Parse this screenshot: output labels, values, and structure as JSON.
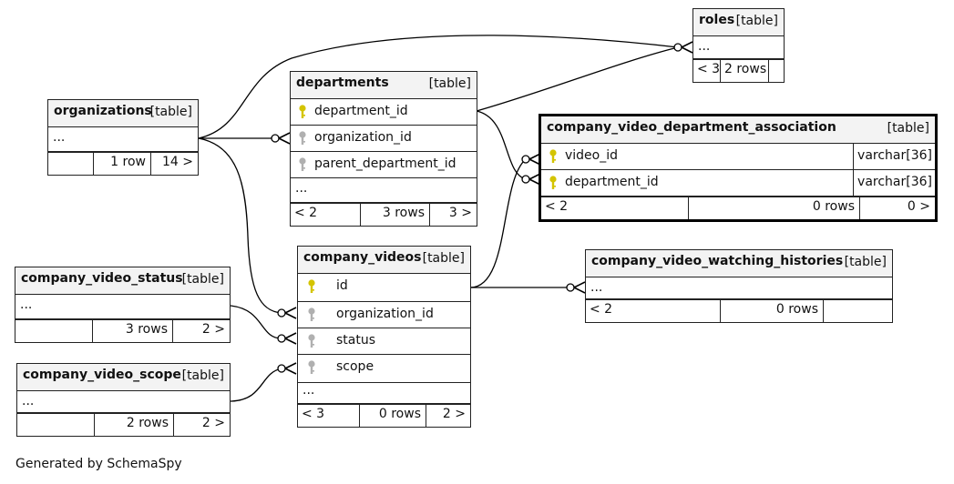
{
  "tables": {
    "organizations": {
      "name": "organizations",
      "tag": "[table]",
      "more": "...",
      "footer": {
        "parents": "",
        "rows": "1 row",
        "children": "14 >"
      }
    },
    "departments": {
      "name": "departments",
      "tag": "[table]",
      "columns": [
        {
          "name": "department_id",
          "key": "primary"
        },
        {
          "name": "organization_id",
          "key": "foreign"
        },
        {
          "name": "parent_department_id",
          "key": "foreign"
        }
      ],
      "more": "...",
      "footer": {
        "parents": "< 2",
        "rows": "3 rows",
        "children": "3 >"
      }
    },
    "roles": {
      "name": "roles",
      "tag": "[table]",
      "more": "...",
      "footer": {
        "parents": "< 3",
        "rows": "2 rows",
        "children": ""
      }
    },
    "company_video_department_association": {
      "name": "company_video_department_association",
      "tag": "[table]",
      "columns": [
        {
          "name": "video_id",
          "key": "primary",
          "type": "varchar[36]"
        },
        {
          "name": "department_id",
          "key": "primary",
          "type": "varchar[36]"
        }
      ],
      "footer": {
        "parents": "< 2",
        "rows": "0 rows",
        "children": "0 >"
      }
    },
    "company_video_status": {
      "name": "company_video_status",
      "tag": "[table]",
      "more": "...",
      "footer": {
        "parents": "",
        "rows": "3 rows",
        "children": "2 >"
      }
    },
    "company_videos": {
      "name": "company_videos",
      "tag": "[table]",
      "columns": [
        {
          "name": "id",
          "key": "primary"
        },
        {
          "name": "organization_id",
          "key": "foreign"
        },
        {
          "name": "status",
          "key": "foreign"
        },
        {
          "name": "scope",
          "key": "foreign"
        }
      ],
      "more": "...",
      "footer": {
        "parents": "< 3",
        "rows": "0 rows",
        "children": "2 >"
      }
    },
    "company_video_watching_histories": {
      "name": "company_video_watching_histories",
      "tag": "[table]",
      "more": "...",
      "footer": {
        "parents": "< 2",
        "rows": "0 rows",
        "children": ""
      }
    },
    "company_video_scope": {
      "name": "company_video_scope",
      "tag": "[table]",
      "more": "...",
      "footer": {
        "parents": "",
        "rows": "2 rows",
        "children": "2 >"
      }
    }
  },
  "relationships": [
    {
      "from": "organizations",
      "to": "roles"
    },
    {
      "from": "organizations",
      "to": "departments.organization_id"
    },
    {
      "from": "organizations",
      "to": "company_videos.organization_id"
    },
    {
      "from": "departments.department_id",
      "to": "roles"
    },
    {
      "from": "departments.department_id",
      "to": "company_video_department_association.department_id"
    },
    {
      "from": "company_videos.id",
      "to": "company_video_department_association.video_id"
    },
    {
      "from": "company_videos.id",
      "to": "company_video_watching_histories"
    },
    {
      "from": "company_video_status",
      "to": "company_videos.status"
    },
    {
      "from": "company_video_scope",
      "to": "company_videos.scope"
    }
  ],
  "colors": {
    "primary_key": "#d4c400",
    "foreign_key": "#b0b0b0",
    "line": "#000000"
  },
  "generated_by": "Generated by SchemaSpy"
}
